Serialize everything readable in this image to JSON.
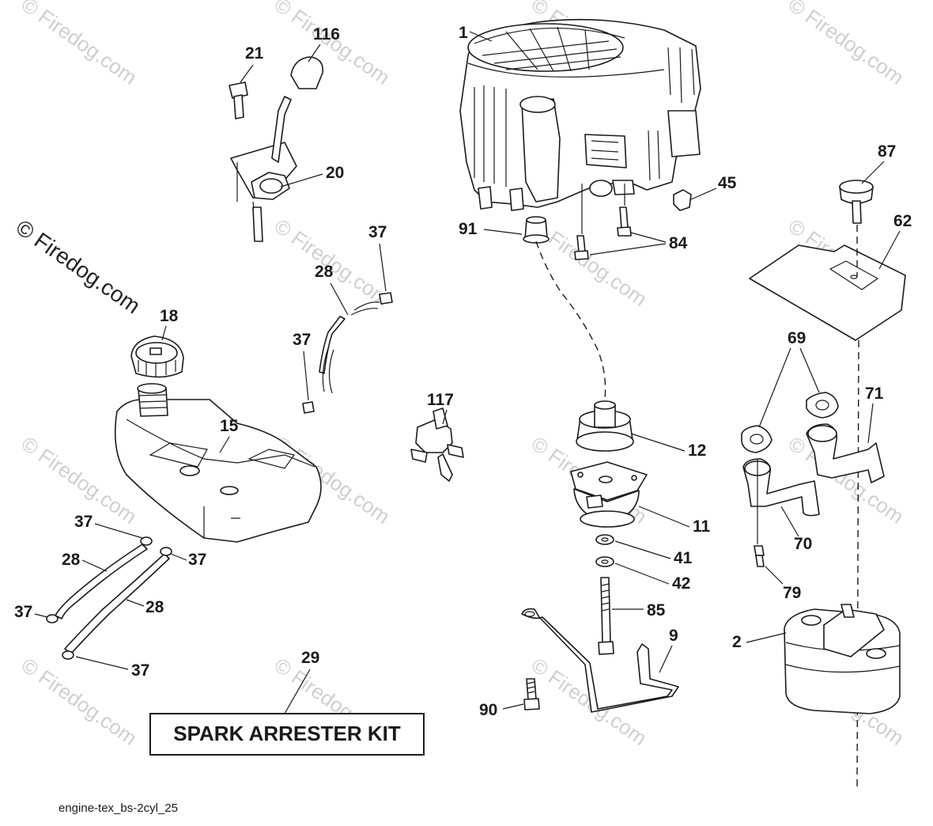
{
  "diagram": {
    "callouts": {
      "c1": "1",
      "c116": "116",
      "c21": "21",
      "c20": "20",
      "c45": "45",
      "c87": "87",
      "c62": "62",
      "c91": "91",
      "c84": "84",
      "c37a": "37",
      "c28a": "28",
      "c37b": "37",
      "c18": "18",
      "c15": "15",
      "c117": "117",
      "c12": "12",
      "c11": "11",
      "c69": "69",
      "c71": "71",
      "c70": "70",
      "c41": "41",
      "c42": "42",
      "c85": "85",
      "c79": "79",
      "c9": "9",
      "c2": "2",
      "c90": "90",
      "c37c": "37",
      "c28b": "28",
      "c37d": "37",
      "c28c": "28",
      "c37e": "37",
      "c37f": "37",
      "c29": "29"
    },
    "kit_label": "SPARK ARRESTER KIT",
    "diagram_code": "engine-tex_bs-2cyl_25",
    "watermark": "© Firedog.com"
  }
}
